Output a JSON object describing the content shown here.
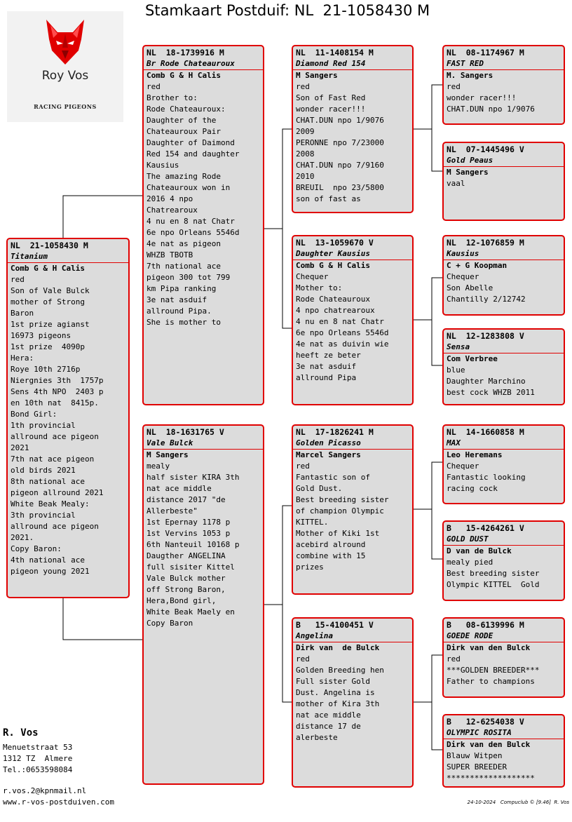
{
  "title": "Stamkaart Postduif: NL  21-1058430 M",
  "logo": {
    "name": "Roy Vos",
    "subtitle": "RACING PIGEONS",
    "icon": "wolf-head-icon",
    "accent": "#e00000"
  },
  "colors": {
    "card_border": "#e00000",
    "card_bg": "#dcdcdc"
  },
  "subject": {
    "ring": "NL  21-1058430 M",
    "name": "Titanium",
    "breeder": "Comb G & H Calis",
    "lines": [
      "red",
      "Son of Vale Bulck",
      "mother of Strong",
      "Baron",
      "1st prize agianst",
      "16973 pigeons",
      "1st prize  4090p",
      "Hera:",
      "Roye 10th 2716p",
      "Niergnies 3th  1757p",
      "Sens 4th NPO  2403 p",
      "en 10th nat  8415p.",
      "Bond Girl:",
      "1th provincial",
      "allround ace pigeon",
      "2021",
      "7th nat ace pigeon",
      "old birds 2021",
      "8th national ace",
      "pigeon allround 2021",
      "White Beak Mealy:",
      "3th provincial",
      "allround ace pigeon",
      "2021.",
      "Copy Baron:",
      "4th national ace",
      "pigeon young 2021"
    ]
  },
  "sire": {
    "ring": "NL  18-1739916 M",
    "name": "Br Rode Chateauroux",
    "breeder": "Comb G & H Calis",
    "lines": [
      "red",
      "Brother to:",
      "Rode Chateauroux:",
      "Daughter of the",
      "Chateauroux Pair",
      "Daughter of Daimond",
      "Red 154 and daughter",
      "Kausius",
      "The amazing Rode",
      "Chateauroux won in",
      "2016 4 npo",
      "Chatrearoux",
      "4 nu en 8 nat Chatr",
      "6e npo Orleans 5546d",
      "4e nat as pigeon",
      "WHZB TBOTB",
      "7th national ace",
      "pigeon 300 tot 799",
      "km Pipa ranking",
      "3e nat asduif",
      "allround Pipa.",
      "She is mother to"
    ]
  },
  "dam": {
    "ring": "NL  18-1631765 V",
    "name": "Vale Bulck",
    "breeder": "M Sangers",
    "lines": [
      "mealy",
      "half sister KIRA 3th",
      "nat ace middle",
      "distance 2017 \"de",
      "Allerbeste\"",
      "1st Epernay 1178 p",
      "1st Vervins 1053 p",
      "6th Nanteuil 10168 p",
      "Daugther ANGELINA",
      "full sisiter Kittel",
      "Vale Bulck mother",
      "off Strong Baron,",
      "Hera,Bond girl,",
      "White Beak Maely en",
      "Copy Baron"
    ]
  },
  "ss": {
    "ring": "NL  11-1408154 M",
    "name": "Diamond Red 154",
    "breeder": "M Sangers",
    "lines": [
      "red",
      "Son of Fast Red",
      "wonder racer!!!",
      "CHAT.DUN npo 1/9076",
      "2009",
      "PERONNE npo 7/23000",
      "2008",
      "CHAT.DUN npo 7/9160",
      "2010",
      "BREUIL  npo 23/5800",
      "son of fast as"
    ]
  },
  "sd": {
    "ring": "NL  13-1059670 V",
    "name": "Daughter Kausius",
    "breeder": "Comb G & H Calis",
    "lines": [
      "Chequer",
      "Mother to:",
      "Rode Chateauroux",
      "4 npo chatrearoux",
      "4 nu en 8 nat Chatr",
      "6e npo Orleans 5546d",
      "4e nat as duivin wie",
      "heeft ze beter",
      "3e nat asduif",
      "allround Pipa"
    ]
  },
  "ds": {
    "ring": "NL  17-1826241 M",
    "name": "Golden Picasso",
    "breeder": "Marcel Sangers",
    "lines": [
      "red",
      "Fantastic son of",
      "Gold Dust.",
      "Best breeding sister",
      "of champion Olympic",
      "KITTEL.",
      "Mother of Kiki 1st",
      "acebird alround",
      "combine with 15",
      "prizes"
    ]
  },
  "dd": {
    "ring": "B   15-4100451 V",
    "name": "Angelina",
    "breeder": "Dirk van  de Bulck",
    "lines": [
      "red",
      "Golden Breeding hen",
      "Full sister Gold",
      "Dust. Angelina is",
      "mother of Kira 3th",
      "nat ace middle",
      "distance 17 de",
      "alerbeste"
    ]
  },
  "sss": {
    "ring": "NL  08-1174967 M",
    "name": "FAST RED",
    "breeder": "M. Sangers",
    "lines": [
      "red",
      "wonder racer!!!",
      "CHAT.DUN npo 1/9076"
    ]
  },
  "ssd": {
    "ring": "NL  07-1445496 V",
    "name": "Gold Peaus",
    "breeder": "M Sangers",
    "lines": [
      "vaal"
    ]
  },
  "sds": {
    "ring": "NL  12-1076859 M",
    "name": "Kausius",
    "breeder": "C + G Koopman",
    "lines": [
      "Chequer",
      "Son Abelle",
      "Chantilly 2/12742"
    ]
  },
  "sdd": {
    "ring": "NL  12-1283808 V",
    "name": "Sensa",
    "breeder": "Com Verbree",
    "lines": [
      "blue",
      "Daughter Marchino",
      "best cock WHZB 2011"
    ]
  },
  "dss": {
    "ring": "NL  14-1660858 M",
    "name": "MAX",
    "breeder": "Leo Heremans",
    "lines": [
      "Chequer",
      "Fantastic looking",
      "racing cock"
    ]
  },
  "dsd": {
    "ring": "B   15-4264261 V",
    "name": "GOLD DUST",
    "breeder": "D van de Bulck",
    "lines": [
      "mealy pied",
      "Best breeding sister",
      "Olympic KITTEL  Gold"
    ]
  },
  "dds": {
    "ring": "B   08-6139996 M",
    "name": "GOEDE RODE",
    "breeder": "Dirk van den Bulck",
    "lines": [
      "red",
      "***GOLDEN BREEDER***",
      "Father to champions"
    ]
  },
  "ddd": {
    "ring": "B   12-6254038 V",
    "name": "OLYMPIC ROSITA",
    "breeder": "Dirk van den Bulck",
    "lines": [
      "Blauw Witpen",
      "SUPER BREEDER",
      "*******************"
    ]
  },
  "owner": {
    "name": "R. Vos",
    "address": [
      "Menuetstraat 53",
      "1312 TZ  Almere",
      "Tel.:0653598084"
    ],
    "contact": [
      "r.vos.2@kpnmail.nl",
      "www.r-vos-postduiven.com"
    ]
  },
  "footer": "24-10-2024   Compuclub © [9.46]  R. Vos"
}
